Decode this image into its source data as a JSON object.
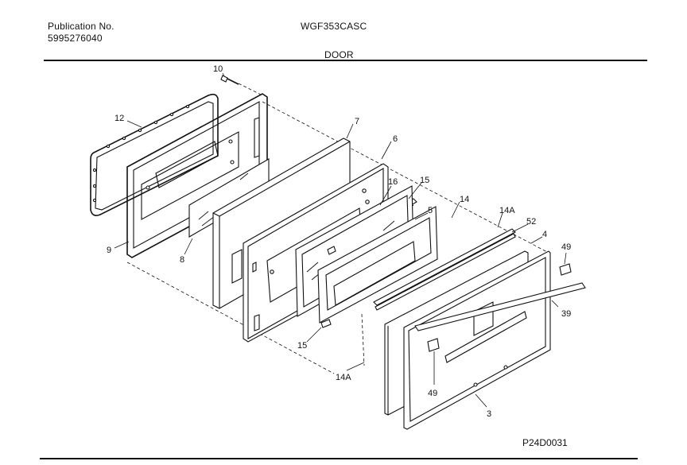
{
  "header": {
    "publication_label": "Publication No.",
    "publication_number": "5995276040",
    "model": "WGF353CASC",
    "section_title": "DOOR"
  },
  "figure_code": "P24D0031",
  "callouts": {
    "c10": "10",
    "c12": "12",
    "c7": "7",
    "c6": "6",
    "c16": "16",
    "c15a": "15",
    "c14": "14",
    "c5": "5",
    "c14a_top": "14A",
    "c52": "52",
    "c4": "4",
    "c49_right": "49",
    "c39": "39",
    "c9": "9",
    "c8": "8",
    "c15b": "15",
    "c14a_bottom": "14A",
    "c49_bottom": "49",
    "c3": "3"
  }
}
